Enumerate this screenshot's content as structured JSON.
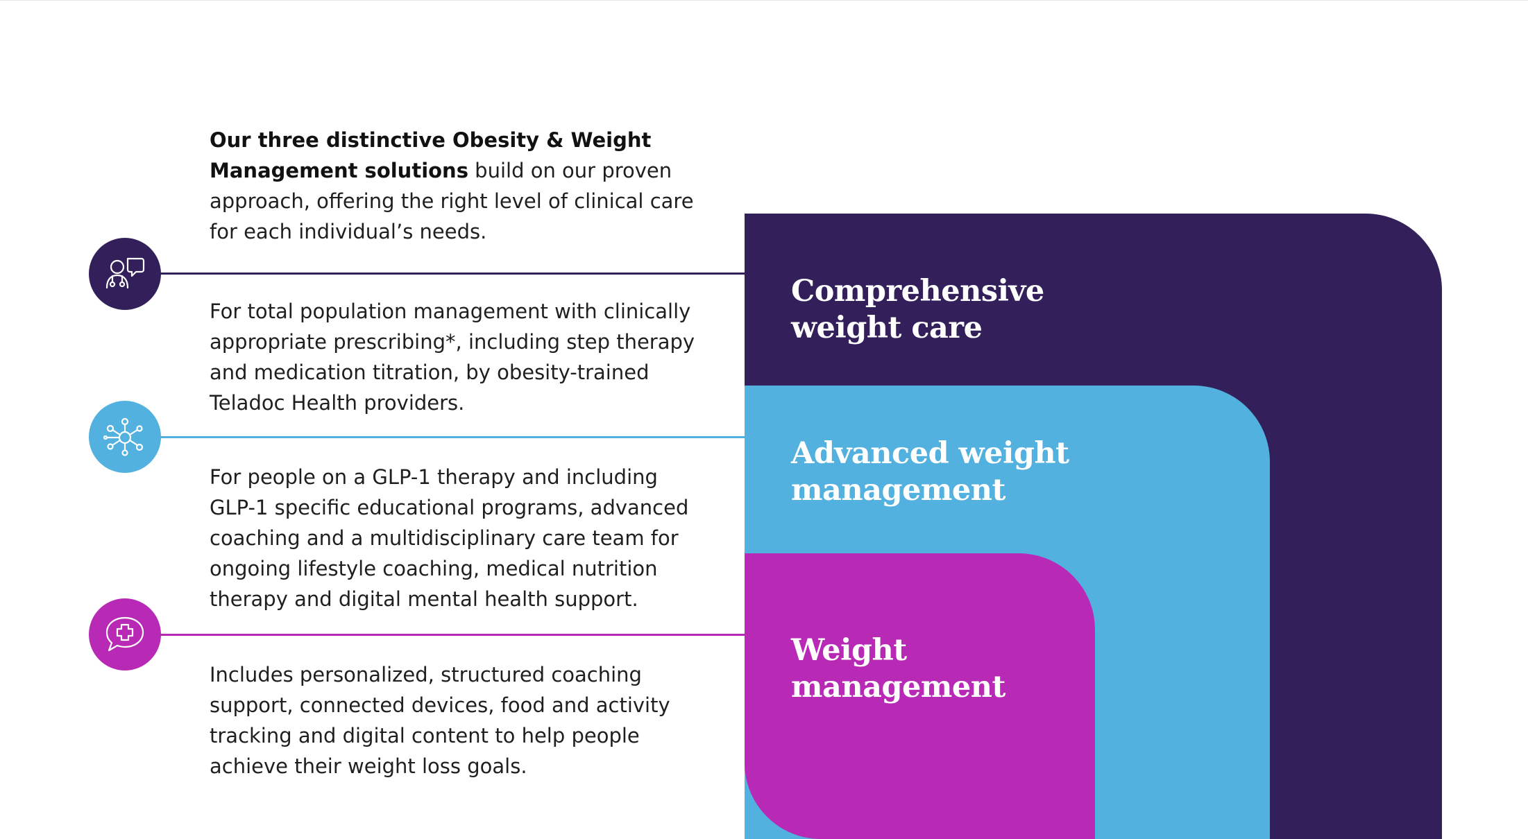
{
  "intro": {
    "bold": "Our three distinctive Obesity & Weight Management solutions",
    "rest": " build on our proven approach, offering the right level of clinical care for each individual’s needs."
  },
  "tiers": [
    {
      "icon": "care-team-icon",
      "color": "#33205b",
      "description": "For total population management with clinically appropriate prescribing*, including step therapy and medication titration, by obesity-trained Teladoc Health providers.",
      "label_line1": "Comprehensive",
      "label_line2": "weight care"
    },
    {
      "icon": "network-hub-icon",
      "color": "#52b1de",
      "description": "For people on a GLP-1 therapy and including GLP-1 specific educational programs, advanced coaching and a multidisciplinary care team for ongoing lifestyle coaching, medical nutrition therapy and digital mental health support.",
      "label_line1": "Advanced weight",
      "label_line2": "management"
    },
    {
      "icon": "health-chat-icon",
      "color": "#b829b6",
      "description": "Includes personalized, structured coaching support, connected devices, food and activity tracking and digital content to help people achieve their weight loss goals.",
      "label_line1": "Weight",
      "label_line2": "management"
    }
  ]
}
